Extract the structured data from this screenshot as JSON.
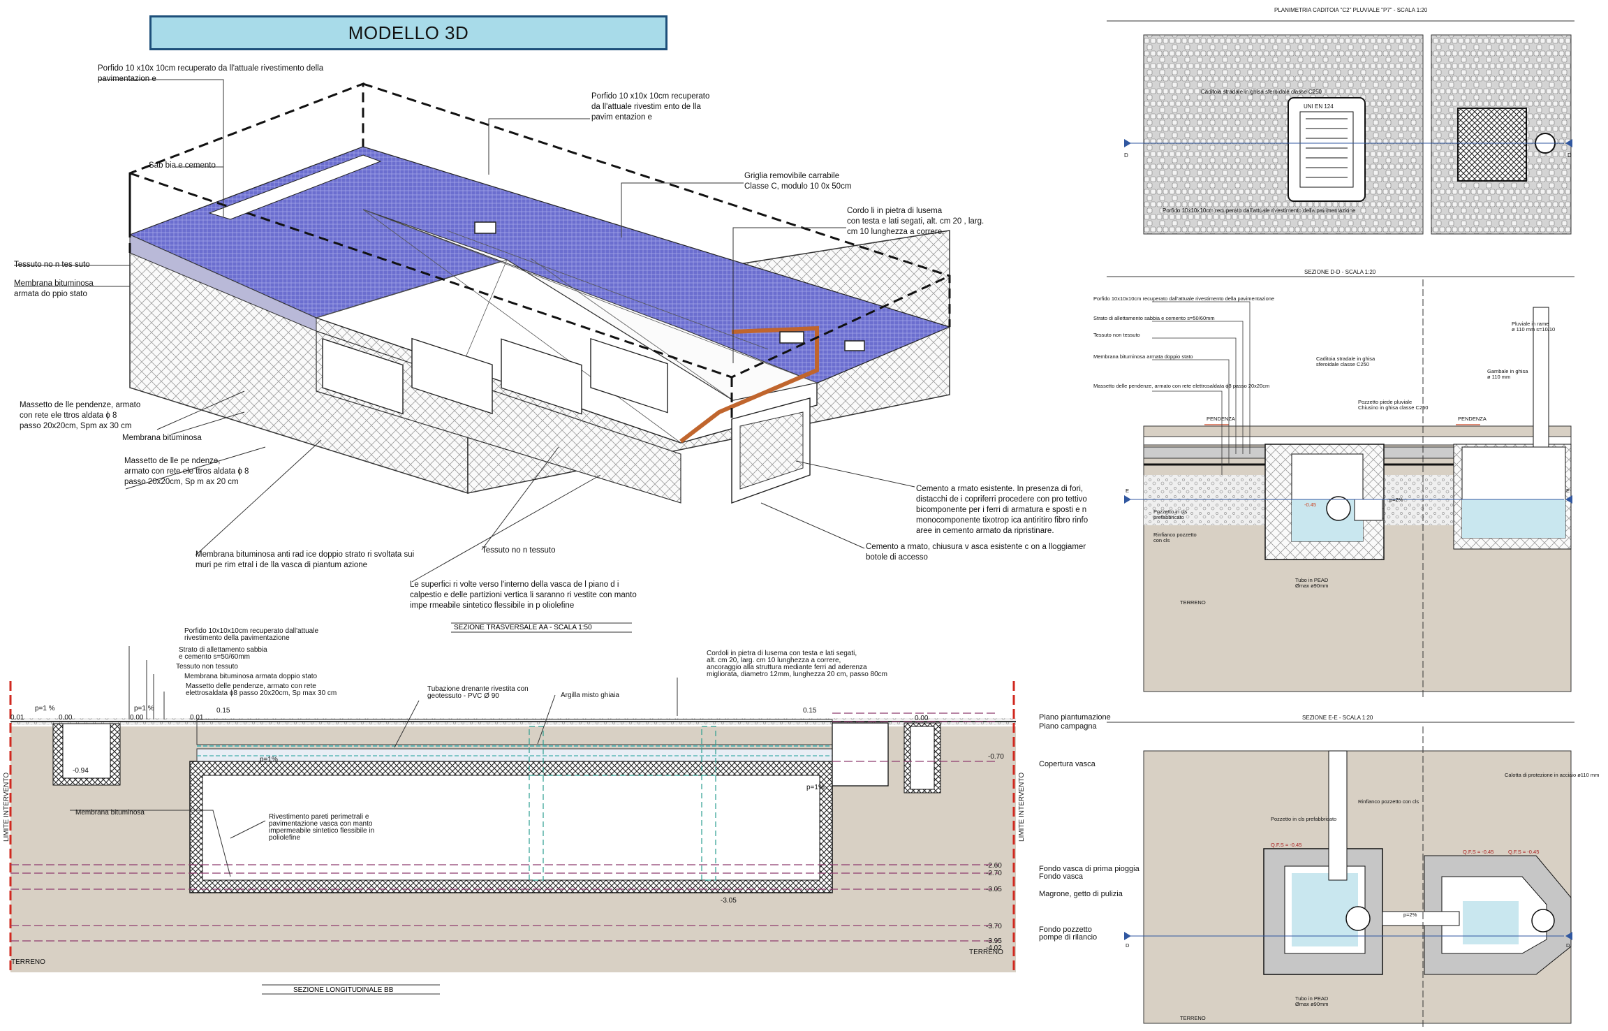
{
  "title": "MODELLO 3D",
  "iso_labels": {
    "porfido_top": [
      "Porfido 10 x10x 10cm recuperato da ll'attuale rivestimento della",
      "pavimentazion e"
    ],
    "porfido_mid": [
      "Porfido 10 x10x 10cm recuperato",
      "da ll'attuale rivestim ento de lla",
      "pavim entazion e"
    ],
    "sabbia": "Sab bia e cemento",
    "griglia": [
      "Griglia removibile carrabile",
      "Classe C, modulo 10 0x 50cm"
    ],
    "cordoli": [
      "Cordo li in pietra di lusema",
      "con testa e lati segati, alt. cm 20 , larg.",
      "cm 10 lunghezza a correre."
    ],
    "tessuto_left": "Tessuto no n tes suto",
    "membrana_left": [
      "Membrana bituminosa",
      "armata do ppio stato"
    ],
    "massetto_1": [
      "Massetto de lle pendenze, armato",
      "con rete ele ttros aldata ϕ 8",
      "passo 20x20cm, Spm ax 30 cm"
    ],
    "membrana_mid": "Membrana bituminosa",
    "massetto_2": [
      "Massetto de lle pe ndenze,",
      "armato con rete ele ttros aldata ϕ 8",
      "passo 20x20cm, Sp m ax 20 cm"
    ],
    "cemento": [
      "Cemento a rmato esistente. In presenza di fori,",
      "distacchi de i copriferri procedere con pro tettivo",
      "bicomponente per i ferri di armatura e sposti e n",
      "monocomponente tixotrop ica antiritiro fibro rinfo",
      "aree in cemento armato da ripristinare."
    ],
    "chiusura": [
      "Cemento a rmato, chiusura v asca esistente c on a lloggiamer",
      "botole di accesso"
    ],
    "tessuto_bottom": "Tessuto no n tessuto",
    "membrana_antiradice": [
      "Membrana bituminosa anti rad ice doppio strato ri svoltata sui",
      "muri pe rim etral i de lla vasca di piantum azione"
    ],
    "superfici": [
      "Le superfici ri volte verso l'interno  della vasca de l piano d i",
      "calpestio e  delle partizioni vertica li saranno ri vestite con manto",
      "impe rmeabile sintetico flessibile in p oliolefine"
    ]
  },
  "section_aa_label": "SEZIONE TRASVERSALE AA - SCALA 1:50",
  "section_bb": {
    "title": "SEZIONE LONGITUDINALE BB",
    "labels": [
      "Porfido 10x10x10cm recuperato dall'attuale",
      "rivestimento della pavimentazione",
      "Strato di allettamento sabbia",
      "e cemento s=50/60mm",
      "Tessuto non tessuto",
      "Membrana bituminosa armata doppio stato",
      "Massetto delle pendenze, armato con rete",
      "elettrosaldata ϕ8 passo 20x20cm, Sp max 30 cm"
    ],
    "tubazione": [
      "Tubazione drenante rivestita con",
      "geotessuto - PVC  Ø 90"
    ],
    "argilla": "Argilla misto ghiaia",
    "cordoli": [
      "Cordoli in pietra di lusema con testa e lati segati,",
      "alt. cm 20, larg. cm 10 lunghezza a correre,",
      "ancoraggio alla struttura mediante ferri ad aderenza",
      "migliorata, diametro 12mm, lunghezza 20 cm, passo 80cm"
    ],
    "membrana": "Membrana bituminosa",
    "rivestimento": [
      "Rivestimento pareti perimetrali e",
      "pavimentazione vasca con manto",
      "impermeabile sintetico flessibile in",
      "poliolefine"
    ],
    "limite": "LIMITE INTERVENTO",
    "terreno": "TERRENO",
    "levels": [
      "0.01",
      "0.00",
      "-0.94",
      "0.00",
      "0.01",
      "0.15",
      "0.15",
      "0.00",
      "-0.70",
      "-2.60",
      "-2.70",
      "-3.05",
      "-3.70",
      "-3.95",
      "-4.02",
      "-3.05"
    ],
    "slopes": [
      "p=1 %",
      "p=1 %",
      "p=1%",
      "p=1%"
    ],
    "legend": [
      "Piano piantumazione",
      "Piano campagna",
      "Copertura vasca",
      "Fondo vasca di prima pioggia",
      "Fondo vasca",
      "Magrone, getto di pulizia",
      "Fondo pozzetto",
      "pompe di rilancio"
    ]
  },
  "plan_top": {
    "title": "PLANIMETRIA CADITOIA \"C2\" PLUVIALE \"P7\" - SCALA 1:20",
    "grate_label": "UNI  EN  124",
    "note_1": "Caditoia stradale in ghisa sferoidale classe C250",
    "note_2": "Porfido 10x10x10cm recuperato dall'attuale rivestimento della pavimentazione",
    "d_labels": [
      "D",
      "D"
    ]
  },
  "section_dd": {
    "title": "SEZIONE D-D - SCALA 1:20",
    "notes": [
      "Porfido 10x10x10cm recuperato dall'attuale rivestimento della pavimentazione",
      "Strato di allettamento sabbia e cemento s=50/60mm",
      "Tessuto non tessuto",
      "Membrana bituminosa armata doppio stato",
      "Massetto delle pendenze, armato con rete elettrosaldata ϕ8 passo 20x20cm"
    ],
    "caditoia": [
      "Caditoia stradale in ghisa",
      "sferoidale classe C250"
    ],
    "pozzetto": [
      "Pozzetto piede pluviale",
      "Chiusino in ghisa classe C250"
    ],
    "pluviale": [
      "Pluviale in rame",
      "ø 110 mm s=10/10"
    ],
    "gambale": [
      "Gambale in ghisa",
      "ø 110 mm"
    ],
    "pendenza": [
      "PENDENZA",
      "PENDENZA"
    ],
    "pozzetto_cls": [
      "Pozzetto in cls",
      "prefabbricato"
    ],
    "rinfianco": [
      "Rinfianco pozzetto",
      "con cls"
    ],
    "tubo": [
      "Tubo in PEAD",
      "Ømax ø90mm"
    ],
    "pendenza_pipe": "p=2%",
    "level": "-0.45",
    "terreno": "TERRENO",
    "e_labels": [
      "E",
      "E"
    ]
  },
  "section_ee": {
    "title": "SEZIONE E-E - SCALA 1:20",
    "gfs": [
      "Q.F.S = -0.45",
      "Q.F.S = -0.45",
      "Q.F.S = -0.45"
    ],
    "notes": [
      "Pozzetto in cls prefabbricato",
      "Rinfianco pozzetto con cls",
      "Calotta di protezione in acciaio ø110 mm"
    ],
    "tubo": [
      "Tubo in PEAD",
      "Ømax ø90mm"
    ],
    "pendenza_pipe": "p=2%",
    "terreno": "TERRENO",
    "d_labels": [
      "D",
      "D"
    ]
  }
}
